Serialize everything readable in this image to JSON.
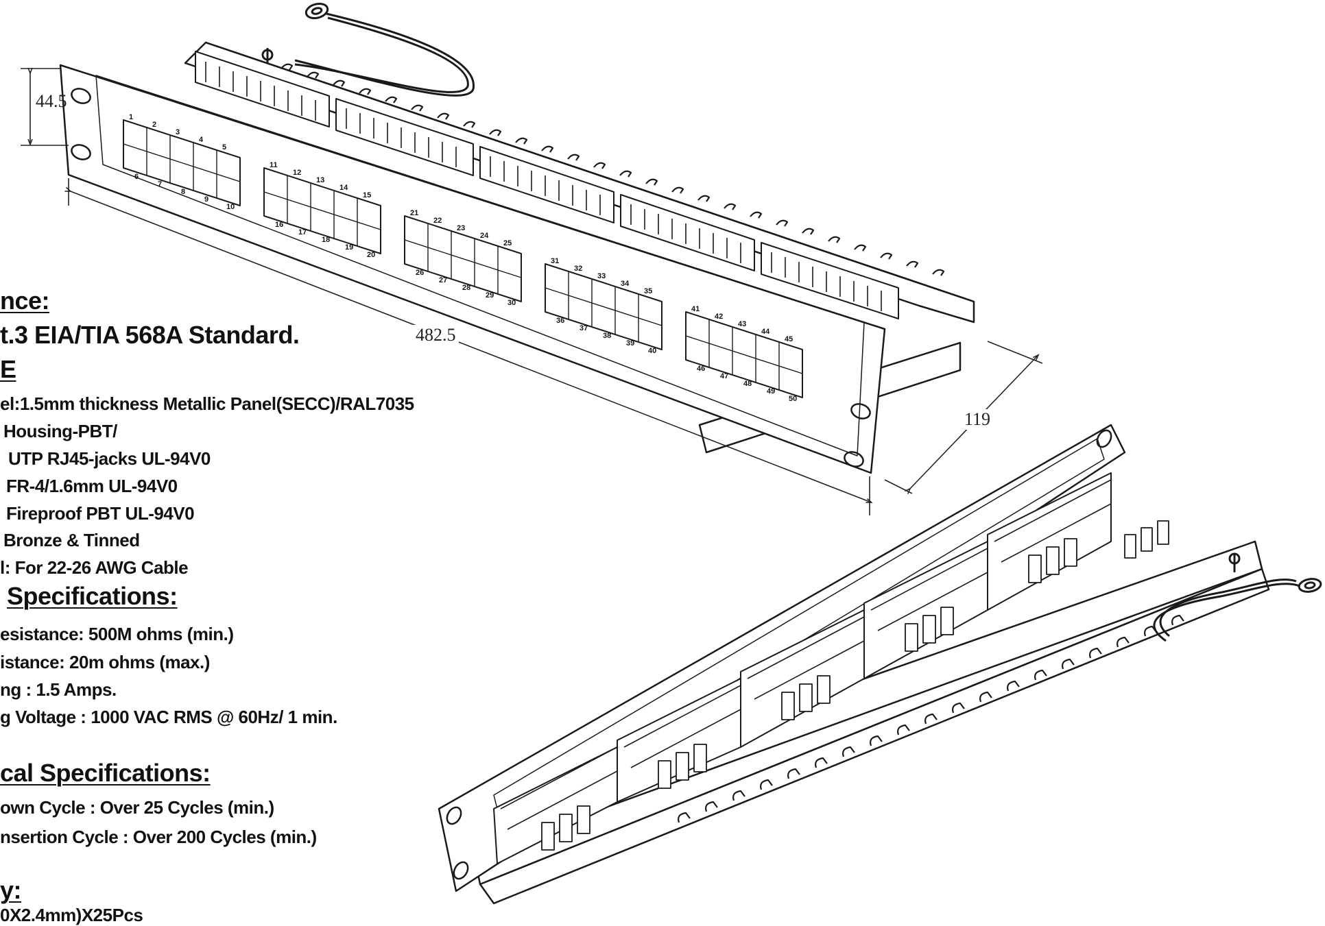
{
  "dimensions": {
    "height": "44.5",
    "width": "482.5",
    "depth": "119"
  },
  "specs": {
    "compliance_heading": "nce:",
    "compliance_standard": "t.3 EIA/TIA 568A Standard.",
    "material_heading": "E",
    "materials": [
      "el:1.5mm thickness Metallic Panel(SECC)/RAL7035",
      "Housing-PBT/",
      "UTP RJ45-jacks  UL-94V0",
      "FR-4/1.6mm UL-94V0",
      "Fireproof PBT UL-94V0",
      "Bronze & Tinned",
      "l:   For 22-26 AWG Cable"
    ],
    "electrical_heading": "Specifications:",
    "electrical": [
      "esistance: 500M ohms (min.)",
      "istance: 20m ohms (max.)",
      "ng : 1.5 Amps.",
      "g Voltage : 1000 VAC RMS @ 60Hz/ 1 min."
    ],
    "mechanical_heading": "cal Specifications:",
    "mechanical": [
      "own Cycle : Over 25 Cycles (min.)",
      "nsertion Cycle : Over 200 Cycles (min.)"
    ],
    "packing_heading": "y:",
    "packing_line": "0X2.4mm)X25Pcs"
  },
  "port_labels": {
    "top_row": [
      "1",
      "2",
      "3",
      "4",
      "5",
      "11",
      "12",
      "13",
      "14",
      "15",
      "21",
      "22",
      "23",
      "24",
      "25",
      "31",
      "32",
      "33",
      "34",
      "35",
      "41",
      "42",
      "43",
      "44",
      "45"
    ],
    "bottom_row": [
      "6",
      "7",
      "8",
      "9",
      "10",
      "16",
      "17",
      "18",
      "19",
      "20",
      "26",
      "27",
      "28",
      "29",
      "30",
      "36",
      "37",
      "38",
      "39",
      "40",
      "46",
      "47",
      "48",
      "49",
      "50"
    ]
  },
  "colors": {
    "line": "#1a1a1a",
    "text": "#111111",
    "fill": "#ffffff"
  }
}
